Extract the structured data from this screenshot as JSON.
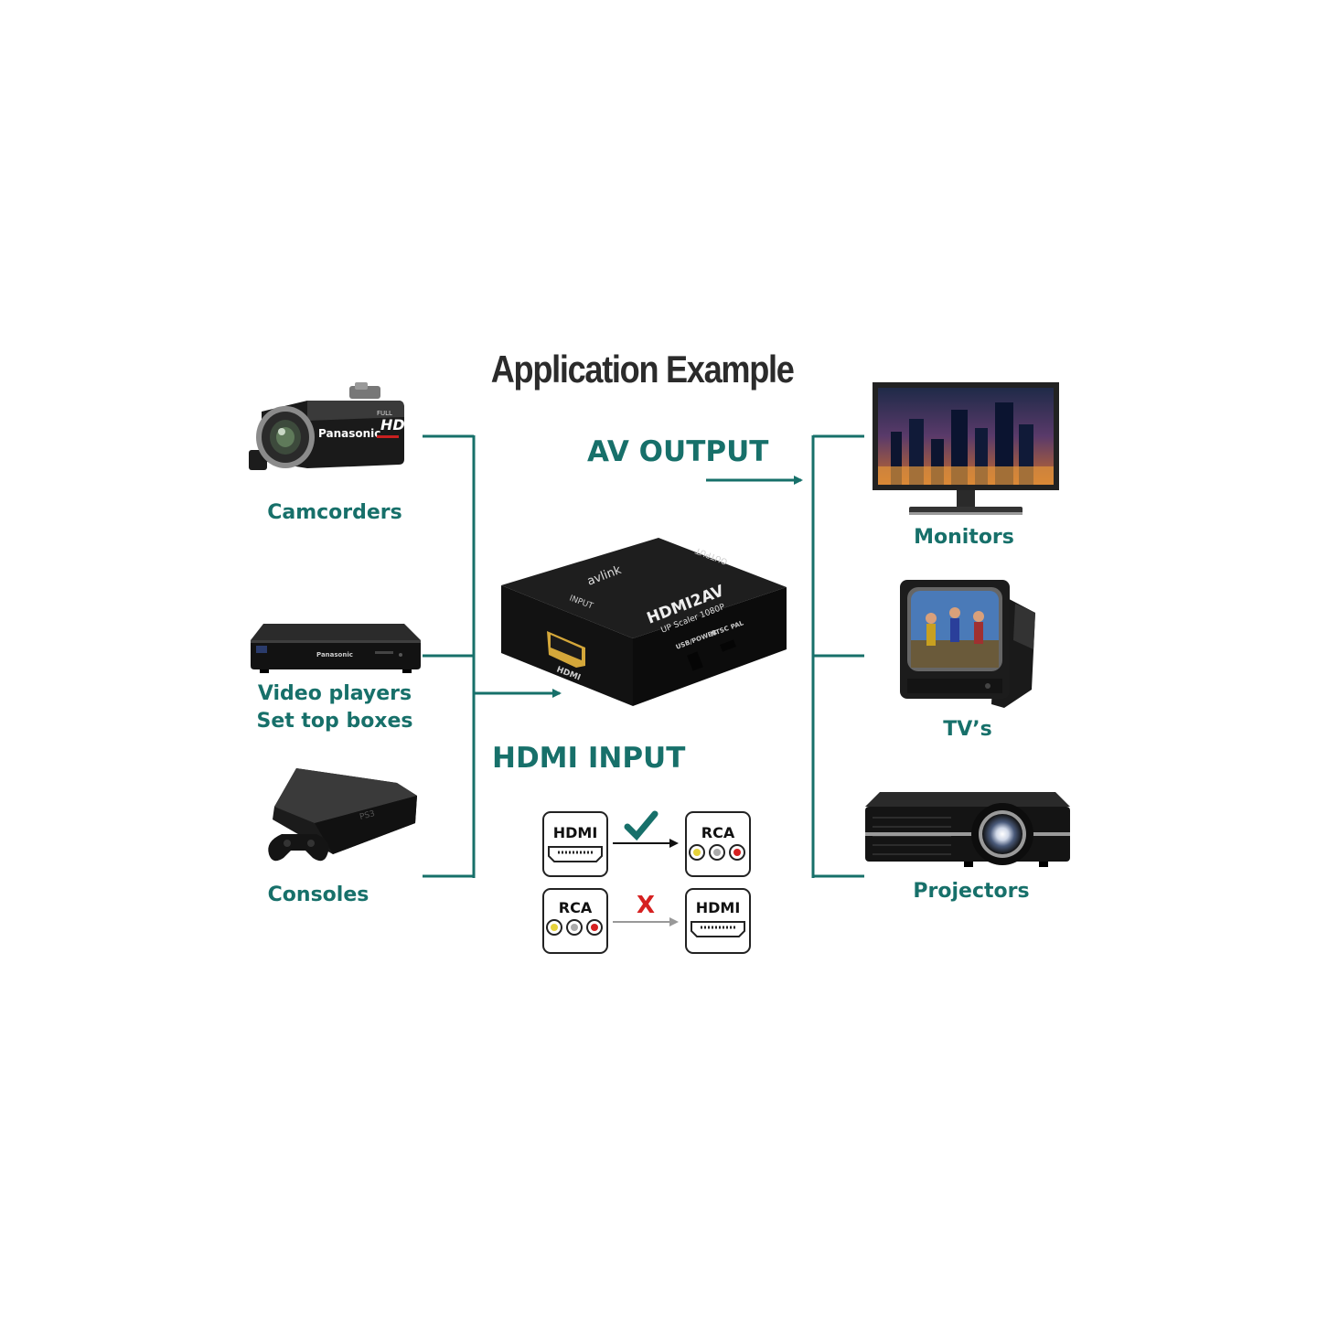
{
  "title": "Application Example",
  "colors": {
    "accent": "#17706a",
    "text_dark": "#2b2b2b",
    "device_black": "#141414",
    "check": "#17706a",
    "cross": "#d62020"
  },
  "sources": [
    {
      "label": "Camcorders",
      "icon": "camcorder-icon"
    },
    {
      "label_lines": [
        "Video players",
        "Set top boxes"
      ],
      "icon": "bluray-player-icon"
    },
    {
      "label": "Consoles",
      "icon": "game-console-icon"
    }
  ],
  "outputs": [
    {
      "label": "Monitors",
      "icon": "monitor-icon"
    },
    {
      "label": "TV’s",
      "icon": "crt-tv-icon"
    },
    {
      "label": "Projectors",
      "icon": "projector-icon"
    }
  ],
  "flow": {
    "input_label": "HDMI INPUT",
    "output_label": "AV OUTPUT"
  },
  "device": {
    "brand": "avlink",
    "model": "HDMI2AV",
    "subtitle": "UP Scaler 1080P",
    "input_label": "INPUT",
    "output_label": "OUTPUT",
    "port_label": "HDMI",
    "power_label": "USB/POWER",
    "ntsc_label": "NTSC",
    "pal_label": "PAL"
  },
  "legend": [
    {
      "from": "HDMI",
      "to": "RCA",
      "supported": true,
      "mark": "check-icon"
    },
    {
      "from": "RCA",
      "to": "HDMI",
      "supported": false,
      "mark": "X"
    }
  ]
}
